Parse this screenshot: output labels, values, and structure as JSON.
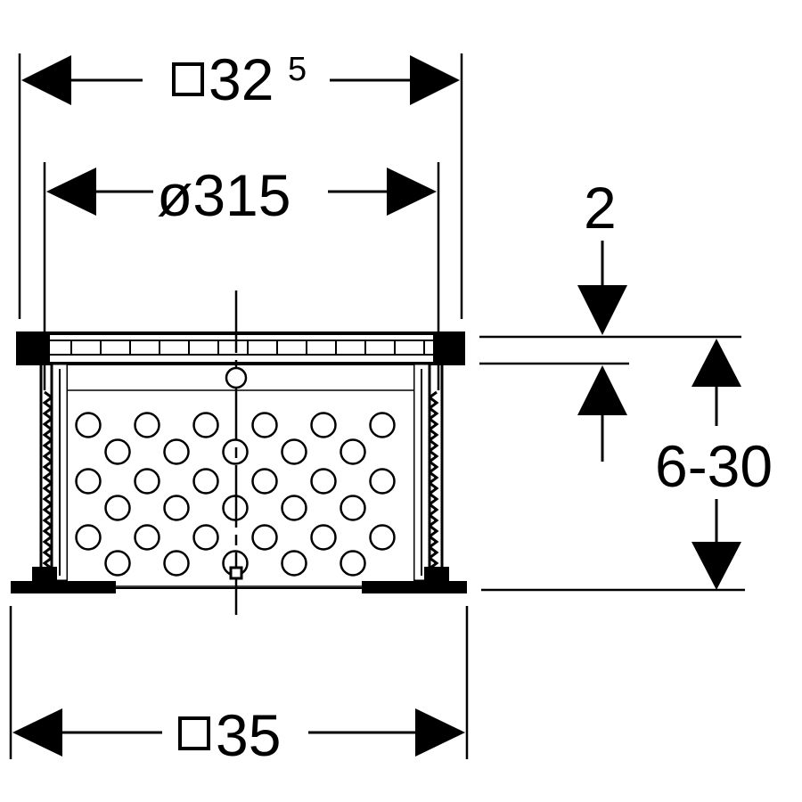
{
  "dimensions": {
    "top_outer": {
      "prefix_symbol": "square",
      "value": "32",
      "superscript": "5"
    },
    "diameter": {
      "value": "ø315"
    },
    "thickness": {
      "value": "2"
    },
    "height_range": {
      "value": "6-30"
    },
    "bottom_outer": {
      "prefix_symbol": "square",
      "value": "35"
    }
  },
  "grid": {
    "rows": [
      6,
      5,
      6,
      5,
      6,
      5
    ],
    "hole_shape": "circle"
  },
  "colors": {
    "line": "#000000",
    "background": "#ffffff"
  }
}
